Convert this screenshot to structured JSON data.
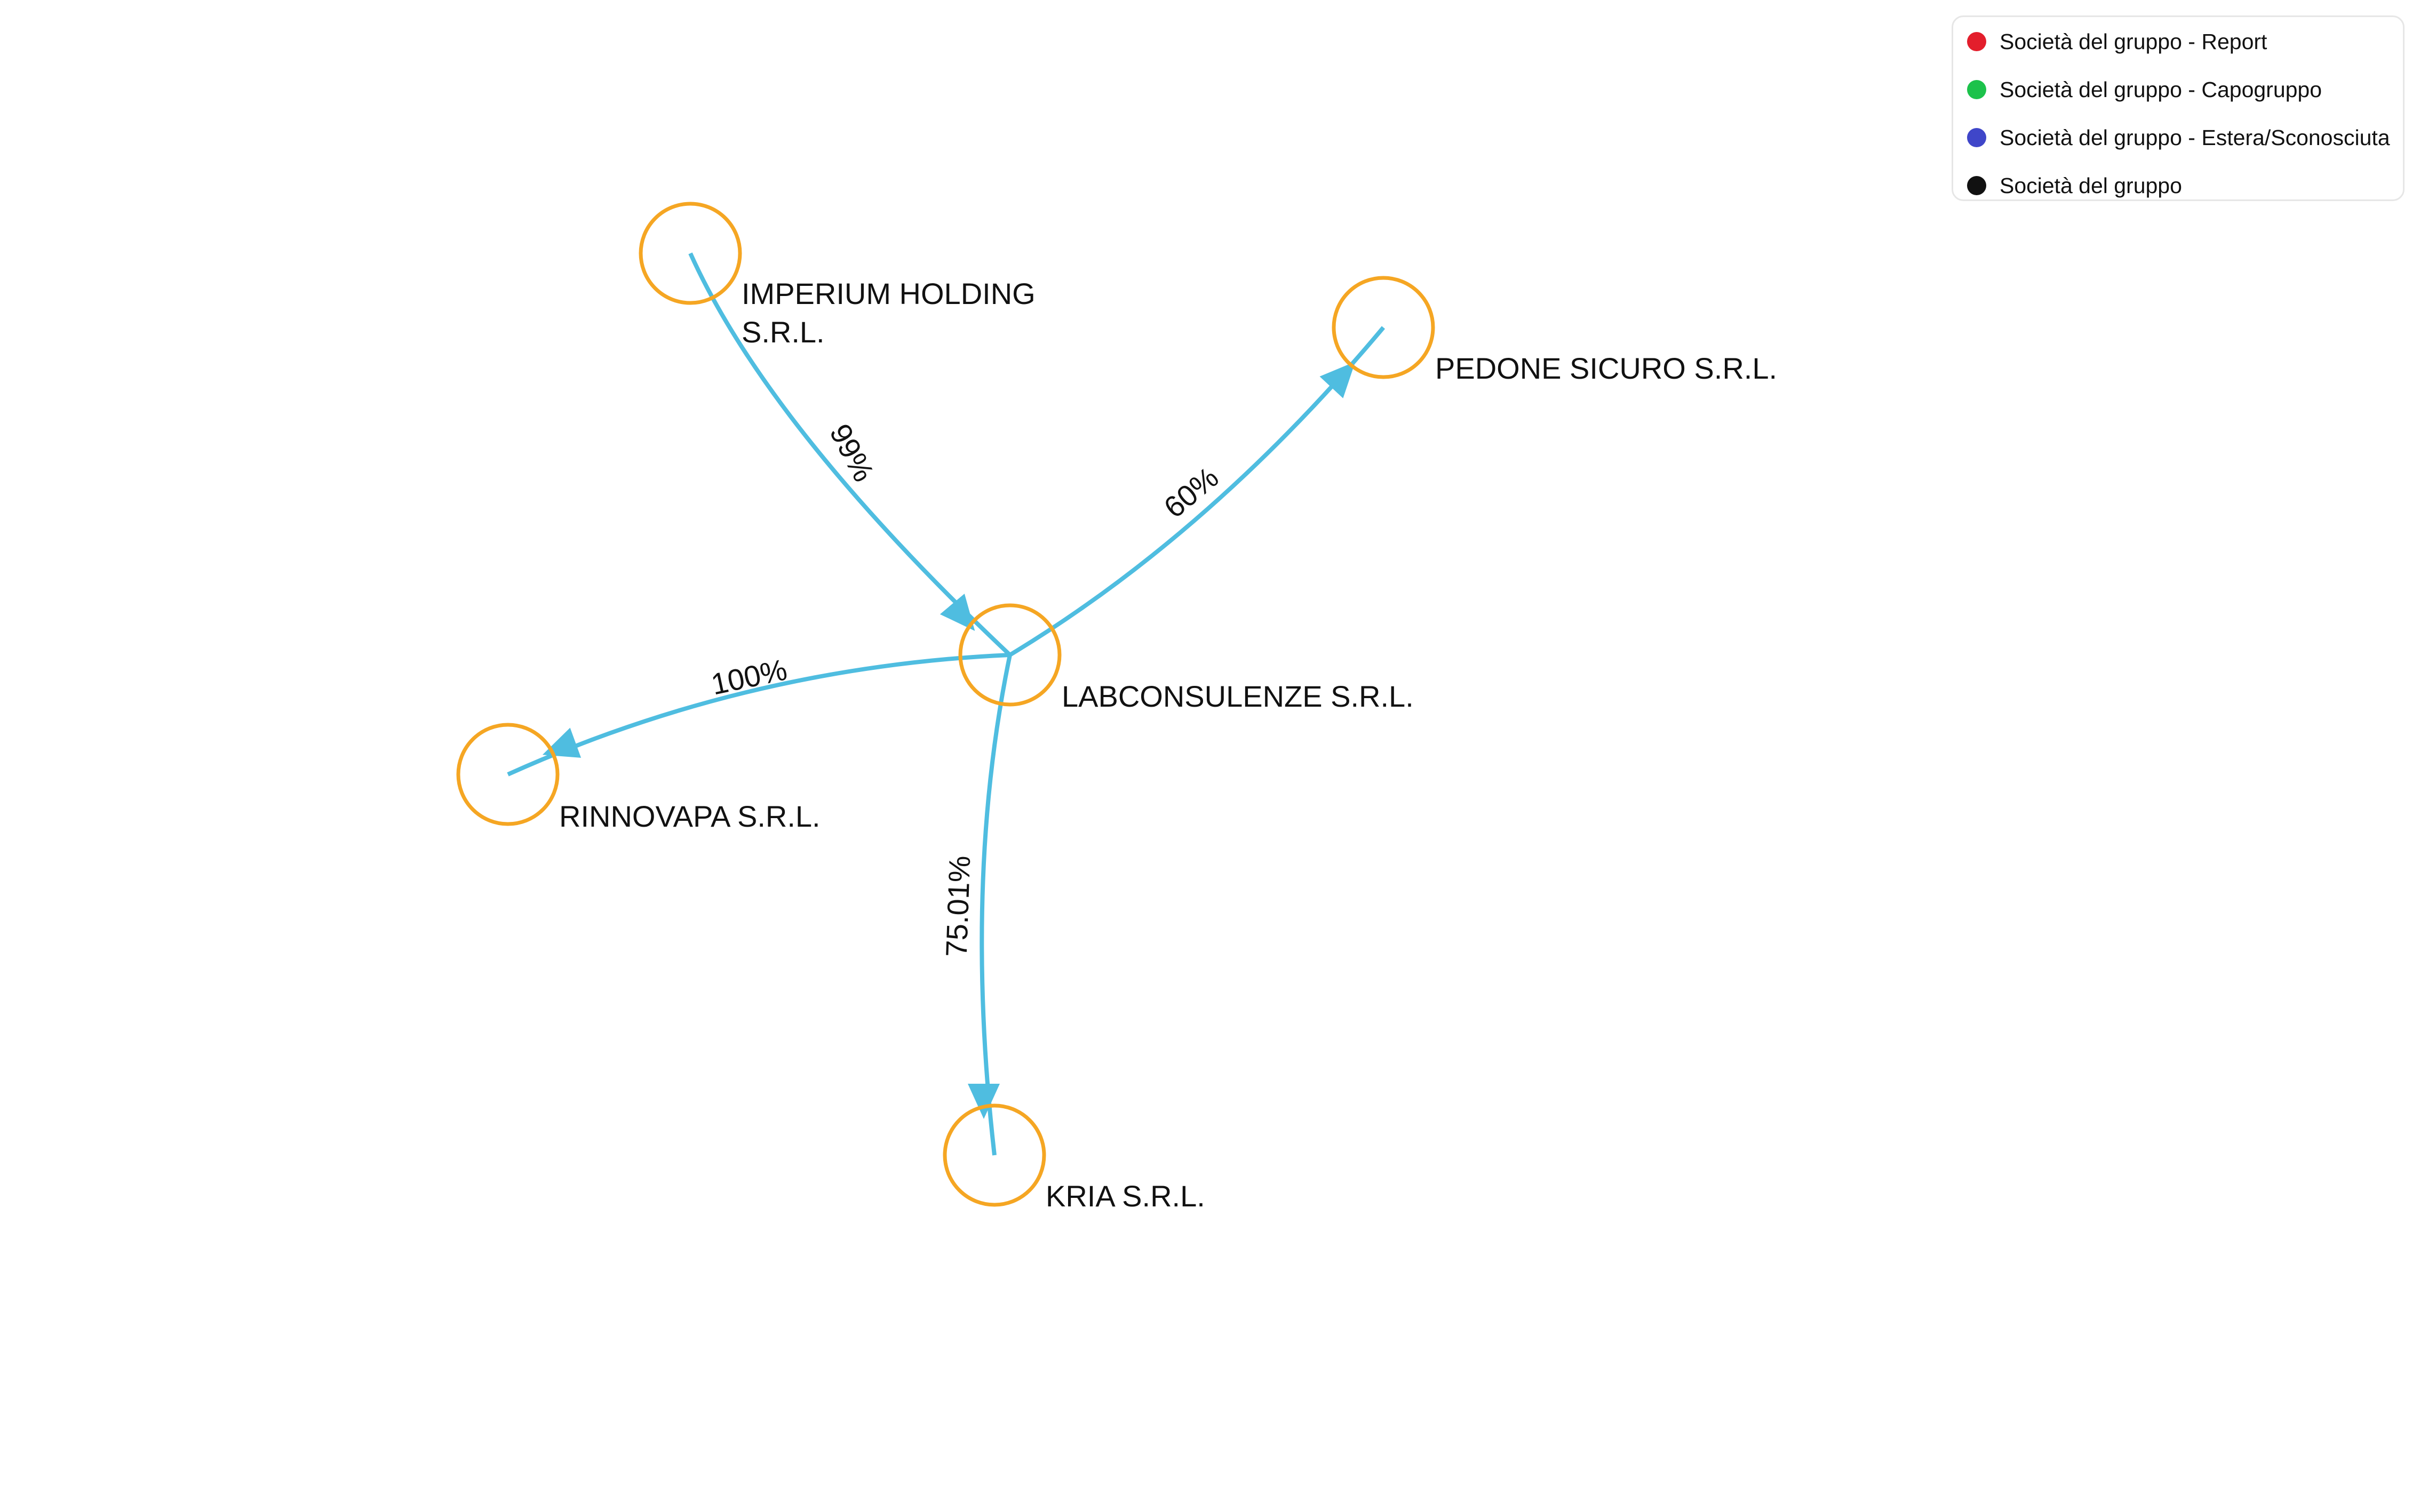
{
  "legend": {
    "items": [
      {
        "label": "Società del gruppo - Report",
        "color": "#e31e2c"
      },
      {
        "label": "Società del gruppo - Capogruppo",
        "color": "#1cc24b"
      },
      {
        "label": "Società del gruppo - Estera/Sconosciuta",
        "color": "#3f46c9"
      },
      {
        "label": "Società del gruppo",
        "color": "#111111"
      }
    ]
  },
  "graph": {
    "node_color": "#f5a623",
    "edge_color": "#4fbde0",
    "nodes": [
      {
        "id": "imperium",
        "label_lines": [
          "IMPERIUM HOLDING",
          "S.R.L."
        ]
      },
      {
        "id": "labconsulenze",
        "label_lines": [
          "LABCONSULENZE S.R.L."
        ]
      },
      {
        "id": "pedone",
        "label_lines": [
          "PEDONE SICURO S.R.L."
        ]
      },
      {
        "id": "rinnovapa",
        "label_lines": [
          "RINNOVAPA S.R.L."
        ]
      },
      {
        "id": "kria",
        "label_lines": [
          "KRIA S.R.L."
        ]
      }
    ],
    "edges": [
      {
        "from": "imperium",
        "to": "labconsulenze",
        "label": "99%"
      },
      {
        "from": "labconsulenze",
        "to": "pedone",
        "label": "60%"
      },
      {
        "from": "labconsulenze",
        "to": "rinnovapa",
        "label": "100%"
      },
      {
        "from": "labconsulenze",
        "to": "kria",
        "label": "75.01%"
      }
    ]
  }
}
